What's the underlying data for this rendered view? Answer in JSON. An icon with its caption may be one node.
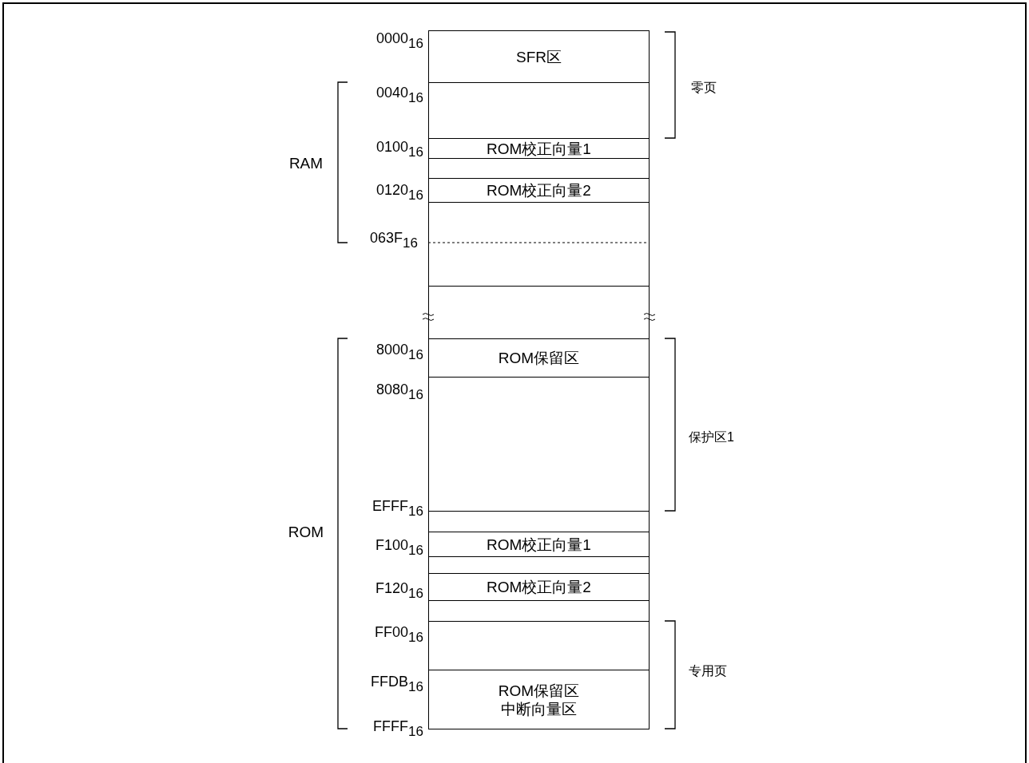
{
  "diagram": {
    "nodes": [
      {
        "text": [
          "SFR区"
        ]
      },
      {
        "text": [],
        "shape": "box"
      },
      {
        "text": [
          "ROM校正向量1"
        ]
      },
      {
        "text": [],
        "shape": "box"
      },
      {
        "text": [
          "ROM校正向量2"
        ]
      },
      {
        "text": [],
        "shape": "box"
      },
      {
        "text": [],
        "shape": "box"
      },
      {
        "text": [
          "ROM保留区"
        ]
      },
      {
        "text": [],
        "shape": "box"
      },
      {
        "text": [],
        "shape": "box"
      },
      {
        "text": [
          "ROM校正向量1"
        ]
      },
      {
        "text": [],
        "shape": "box"
      },
      {
        "text": [
          "ROM校正向量2"
        ]
      },
      {
        "text": [],
        "shape": "box"
      },
      {
        "text": [],
        "shape": "box"
      },
      {
        "text": [
          "ROM保留区",
          "中断向量区"
        ]
      }
    ],
    "edges": [],
    "labels": [
      "0000$_{16}$",
      "零页",
      "0040$_{16}$",
      "0100$_{16}$",
      "RAM",
      "0120$_{16}$",
      "063F$_{16}$",
      "8000$_{16}$",
      "8080$_{16}$",
      "保护区1",
      "EFFF$_{16}$",
      "ROM",
      "F100$_{16}$",
      "F120$_{16}$",
      "FF00$_{16}$",
      "专用页",
      "FFDB$_{16}$",
      "FFFF$_{16}$"
    ]
  }
}
